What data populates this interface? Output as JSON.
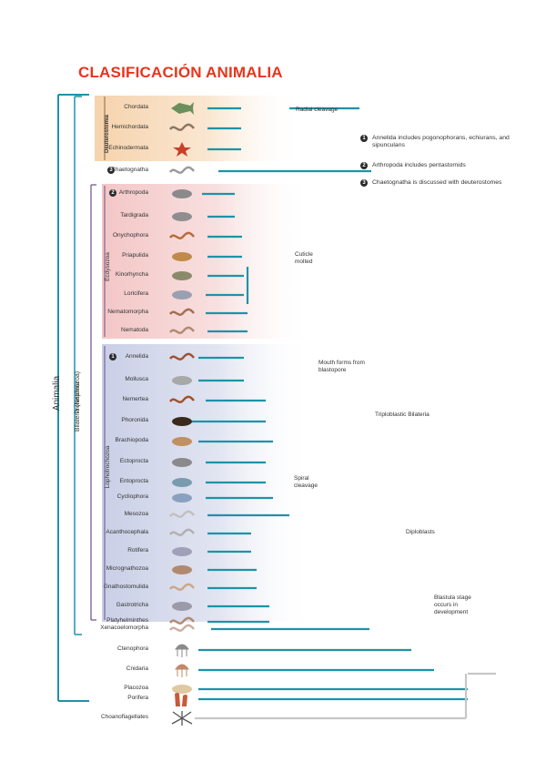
{
  "title": "CLASIFICACIÓN ANIMALIA",
  "colors": {
    "title": "#e8351d",
    "branch": "#1d93a8",
    "outgroup_branch": "#c7c7c7",
    "bracket": "#6b4d8a",
    "deuterostomia_fill": "#f6d3ad",
    "ecdysozoa_fill": "#f3c6c6",
    "lophotrochozoa_fill": "#c9cfe6"
  },
  "group_labels": {
    "animalia": "Animalia",
    "bilateria": "Bilateria (Nephrozoa)",
    "protostomia": "Protostomia",
    "deuterostomia": "Deuterostomia",
    "ecdysozoa": "Ecdysozoa",
    "lophotrochozoa": "Lophotrochozoa"
  },
  "taxa": [
    {
      "name": "Chordata",
      "icon": "fish-icon"
    },
    {
      "name": "Hemichordata",
      "icon": "acorn-worm-icon"
    },
    {
      "name": "Echinodermata",
      "icon": "starfish-icon"
    },
    {
      "name": "Chaetognatha",
      "icon": "arrow-worm-icon",
      "badge": "3"
    },
    {
      "name": "Arthropoda",
      "icon": "crab-icon",
      "badge": "2"
    },
    {
      "name": "Tardigrada",
      "icon": "tardigrade-icon"
    },
    {
      "name": "Onychophora",
      "icon": "velvet-worm-icon"
    },
    {
      "name": "Priapulida",
      "icon": "priapulid-icon"
    },
    {
      "name": "Kinorhyncha",
      "icon": "kinorhynch-icon"
    },
    {
      "name": "Loricifera",
      "icon": "loriciferan-icon"
    },
    {
      "name": "Nematomorpha",
      "icon": "horsehair-worm-icon"
    },
    {
      "name": "Nematoda",
      "icon": "roundworm-icon"
    },
    {
      "name": "Annelida",
      "icon": "annelid-icon",
      "badge": "1"
    },
    {
      "name": "Mollusca",
      "icon": "snail-icon"
    },
    {
      "name": "Nemertea",
      "icon": "ribbon-worm-icon"
    },
    {
      "name": "Phoronida",
      "icon": "phoronid-icon"
    },
    {
      "name": "Brachiopoda",
      "icon": "lamp-shell-icon"
    },
    {
      "name": "Ectoprocta",
      "icon": "bryozoan-icon"
    },
    {
      "name": "Entoprocta",
      "icon": "entoproct-icon"
    },
    {
      "name": "Cycliophora",
      "icon": "cycliophoran-icon"
    },
    {
      "name": "Mesozoa",
      "icon": "mesozoan-icon"
    },
    {
      "name": "Acanthocephala",
      "icon": "spiny-headed-worm-icon"
    },
    {
      "name": "Rotifera",
      "icon": "rotifer-icon"
    },
    {
      "name": "Micrognathozoa",
      "icon": "micrognathozoan-icon"
    },
    {
      "name": "Gnathostomulida",
      "icon": "jaw-worm-icon"
    },
    {
      "name": "Gastrotricha",
      "icon": "gastrotrich-icon"
    },
    {
      "name": "Platyhelminthes",
      "icon": "flatworm-icon"
    },
    {
      "name": "Xenacoelomorpha",
      "icon": "acoel-icon"
    },
    {
      "name": "Ctenophora",
      "icon": "comb-jelly-icon"
    },
    {
      "name": "Cnidaria",
      "icon": "jellyfish-icon"
    },
    {
      "name": "Placozoa",
      "icon": "placozoan-icon"
    },
    {
      "name": "Porifera",
      "icon": "sponge-icon"
    },
    {
      "name": "Choanoflagellates",
      "icon": "choanoflagellate-icon"
    }
  ],
  "node_labels": {
    "radial_cleavage": "Radial cleavage",
    "cuticle_molted": "Cuticle molted",
    "mouth_from_blastopore": "Mouth forms from blastopore",
    "spiral_cleavage": "Spiral cleavage",
    "triploblastic_bilateria": "Triploblastic Bilateria",
    "diploblasts": "Diploblasts",
    "blastula_stage": "Blastula stage occurs in development"
  },
  "notes": [
    {
      "badge": "1",
      "text": "Annelida includes pogonophorans, echiurans, and sipunculans"
    },
    {
      "badge": "2",
      "text": "Arthropoda includes pentastomids"
    },
    {
      "badge": "3",
      "text": "Chaetognatha is discussed with deuterostomes"
    }
  ]
}
